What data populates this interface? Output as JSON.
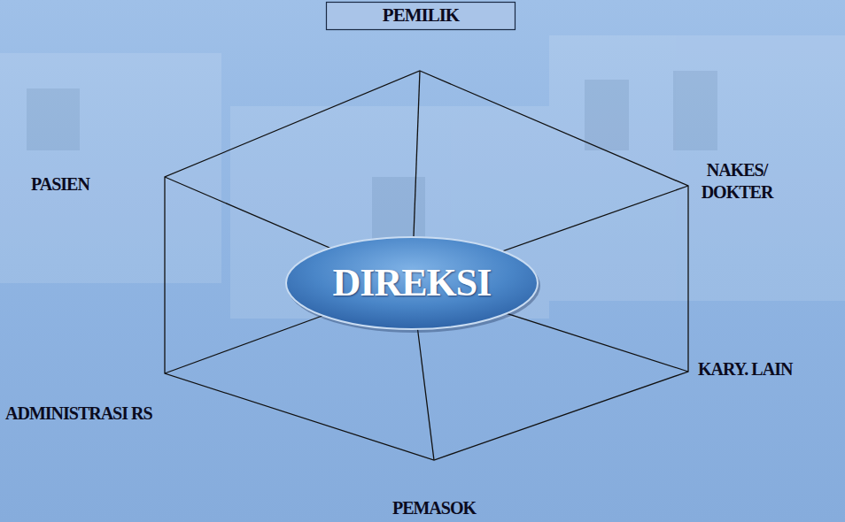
{
  "diagram": {
    "nodes": [
      {
        "text": [
          "PEMILIK"
        ]
      },
      {
        "text": [
          "DIREKSI"
        ]
      }
    ],
    "labels": [
      "PASIEN",
      "NAKES/ DOKTER",
      "KARY. LAIN",
      "ADMINISTRASI RS",
      "PEMASOK"
    ]
  }
}
